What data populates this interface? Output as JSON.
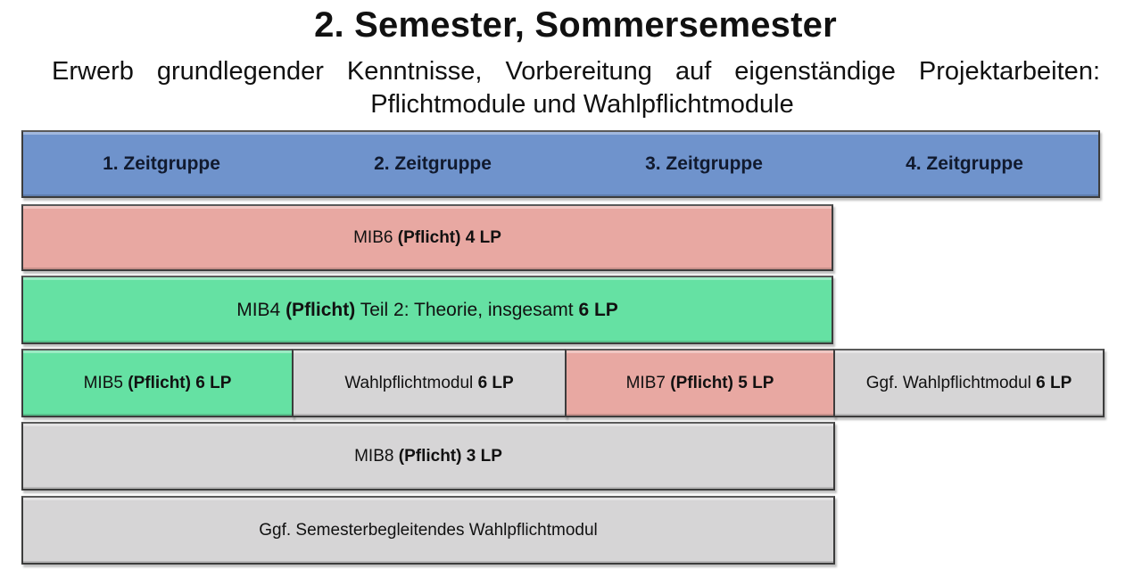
{
  "slide": {
    "title": "2. Semester, Sommersemester",
    "subtitle_line1": "Erwerb grundlegender Kenntnisse, Vorbereitung auf eigenständige Projektarbeiten:",
    "subtitle_line2": "Pflichtmodule und Wahlpflichtmodule"
  },
  "header": {
    "groups": [
      "1. Zeitgruppe",
      "2. Zeitgruppe",
      "3. Zeitgruppe",
      "4. Zeitgruppe"
    ],
    "color": "#6f93cc"
  },
  "colors": {
    "pflicht_pink": "#e8a8a2",
    "pflicht_green": "#65e1a3",
    "wahlpflicht_grey": "#d6d5d6"
  },
  "modules": {
    "mib6": {
      "name": "MIB6",
      "type": "(Pflicht)",
      "lp": "4 LP"
    },
    "mib4": {
      "name": "MIB4",
      "type": "(Pflicht)",
      "mid": "Teil 2: Theorie, insgesamt",
      "lp": "6 LP"
    },
    "mib5": {
      "name": "MIB5",
      "type": "(Pflicht)",
      "lp": "6 LP"
    },
    "wpm": {
      "name": "Wahlpflichtmodul",
      "lp": "6 LP"
    },
    "mib7": {
      "name": "MIB7",
      "type": "(Pflicht)",
      "lp": "5 LP"
    },
    "ggf_wpm": {
      "name": "Ggf. Wahlpflichtmodul",
      "lp": "6 LP"
    },
    "mib8": {
      "name": "MIB8",
      "type": "(Pflicht)",
      "lp": "3 LP"
    },
    "ggf_sem": {
      "name": "Ggf. Semesterbegleitendes Wahlpflichtmodul"
    }
  }
}
